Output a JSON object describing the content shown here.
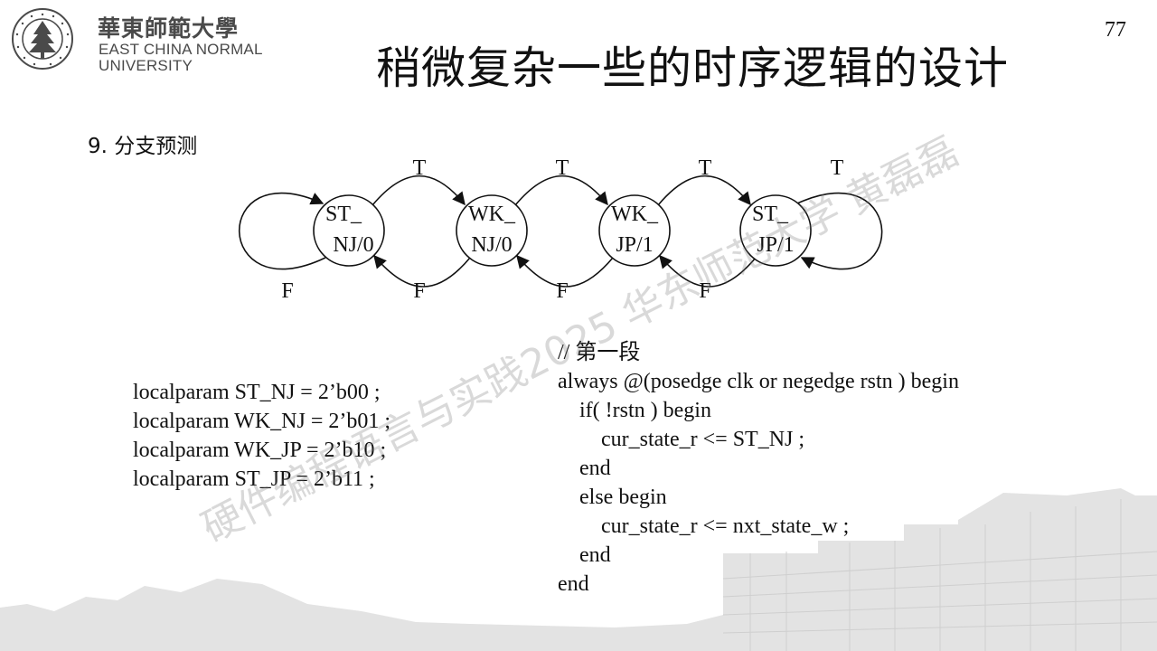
{
  "logo": {
    "name_cn": "華東師範大學",
    "name_en_line1": "EAST CHINA NORMAL",
    "name_en_line2": "UNIVERSITY"
  },
  "page_number": "77",
  "title": "稍微复杂一些的时序逻辑的设计",
  "section_heading": "9. 分支预测",
  "state_diagram": {
    "states": [
      {
        "line1": "ST_",
        "line2": "NJ/0"
      },
      {
        "line1": "WK_",
        "line2": "NJ/0"
      },
      {
        "line1": "WK_",
        "line2": "JP/1"
      },
      {
        "line1": "ST_",
        "line2": "JP/1"
      }
    ],
    "taken_label": "T",
    "not_taken_label": "F"
  },
  "localparams": [
    "localparam ST_NJ = 2’b00 ;",
    "localparam WK_NJ = 2’b01 ;",
    "localparam WK_JP = 2’b10 ;",
    "localparam ST_JP = 2’b11 ;"
  ],
  "code_block": {
    "comment": "// 第一段",
    "line_always": "always @(posedge clk or negedge rstn ) begin",
    "line_if": "if( !rstn ) begin",
    "line_reset_assign": "cur_state_r <= ST_NJ ;",
    "line_end1": "end",
    "line_else": "else begin",
    "line_next_assign": "cur_state_r <= nxt_state_w ;",
    "line_end2": "end",
    "line_end3": "end"
  },
  "watermark": "硬件编程语言与实践2025 华东师范大学 黄磊磊",
  "colors": {
    "text": "#111111",
    "logo_gray": "#4a4a4a",
    "skyline_gray": "#d9d9d9",
    "watermark_gray": "#b0b0b0"
  }
}
